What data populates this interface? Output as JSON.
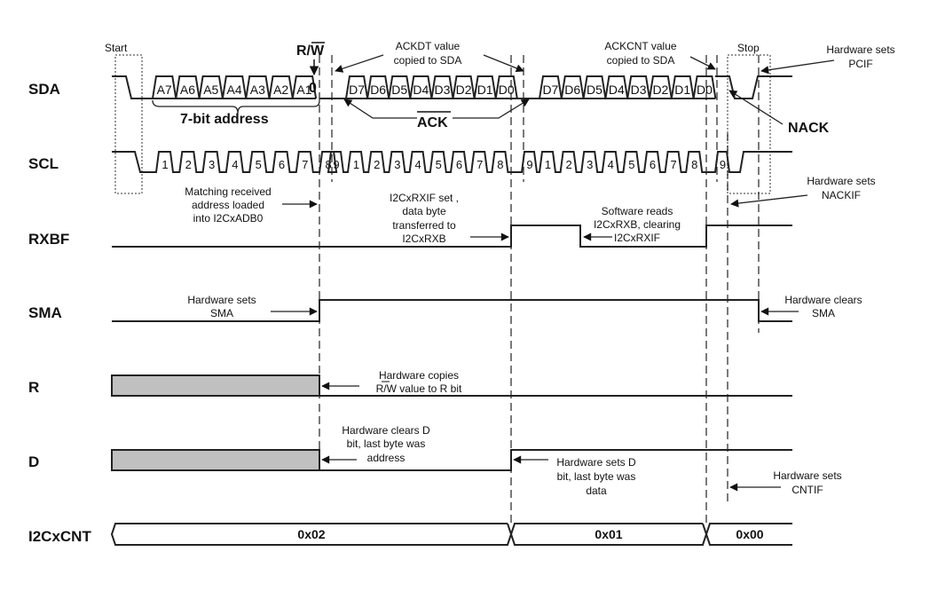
{
  "diagram": {
    "type": "timing-diagram",
    "signals": [
      "SDA",
      "SCL",
      "RXBF",
      "SMA",
      "R",
      "D",
      "I2CxCNT"
    ],
    "markers": {
      "start": "Start",
      "stop": "Stop",
      "rw": "R/W",
      "rw_value": "0"
    },
    "address_bits": [
      "A7",
      "A6",
      "A5",
      "A4",
      "A3",
      "A2",
      "A1"
    ],
    "address_caption": "7-bit address",
    "data_bits": [
      "D7",
      "D6",
      "D5",
      "D4",
      "D3",
      "D2",
      "D1",
      "D0"
    ],
    "clock_labels": [
      "1",
      "2",
      "3",
      "4",
      "5",
      "6",
      "7",
      "8",
      "9"
    ],
    "ack_label": "ACK",
    "nack_label": "NACK",
    "counter_values": [
      "0x02",
      "0x01",
      "0x00"
    ],
    "annotations": {
      "ackdt": [
        "ACKDT value",
        "copied to SDA"
      ],
      "ackcnt": [
        "ACKCNT value",
        "copied to SDA"
      ],
      "pcif": [
        "Hardware sets",
        "PCIF"
      ],
      "nackif": [
        "Hardware sets",
        "NACKIF"
      ],
      "adb0": [
        "Matching received",
        "address loaded",
        "into I2CxADB0"
      ],
      "rxif": [
        "I2CxRXIF set ,",
        "data byte",
        "transferred to",
        "I2CxRXB"
      ],
      "swread": [
        "Software reads",
        "I2CxRXB, clearing",
        "I2CxRXIF"
      ],
      "sma_set": [
        "Hardware sets",
        "SMA"
      ],
      "sma_clear": [
        "Hardware clears",
        "SMA"
      ],
      "rcopy": [
        "Hardware copies",
        "R/W value to R bit"
      ],
      "dclear": [
        "Hardware clears D",
        "bit, last byte was",
        "address"
      ],
      "dset": [
        "Hardware sets D",
        "bit, last byte was",
        "data"
      ],
      "cntif": [
        "Hardware sets",
        "CNTIF"
      ]
    }
  }
}
